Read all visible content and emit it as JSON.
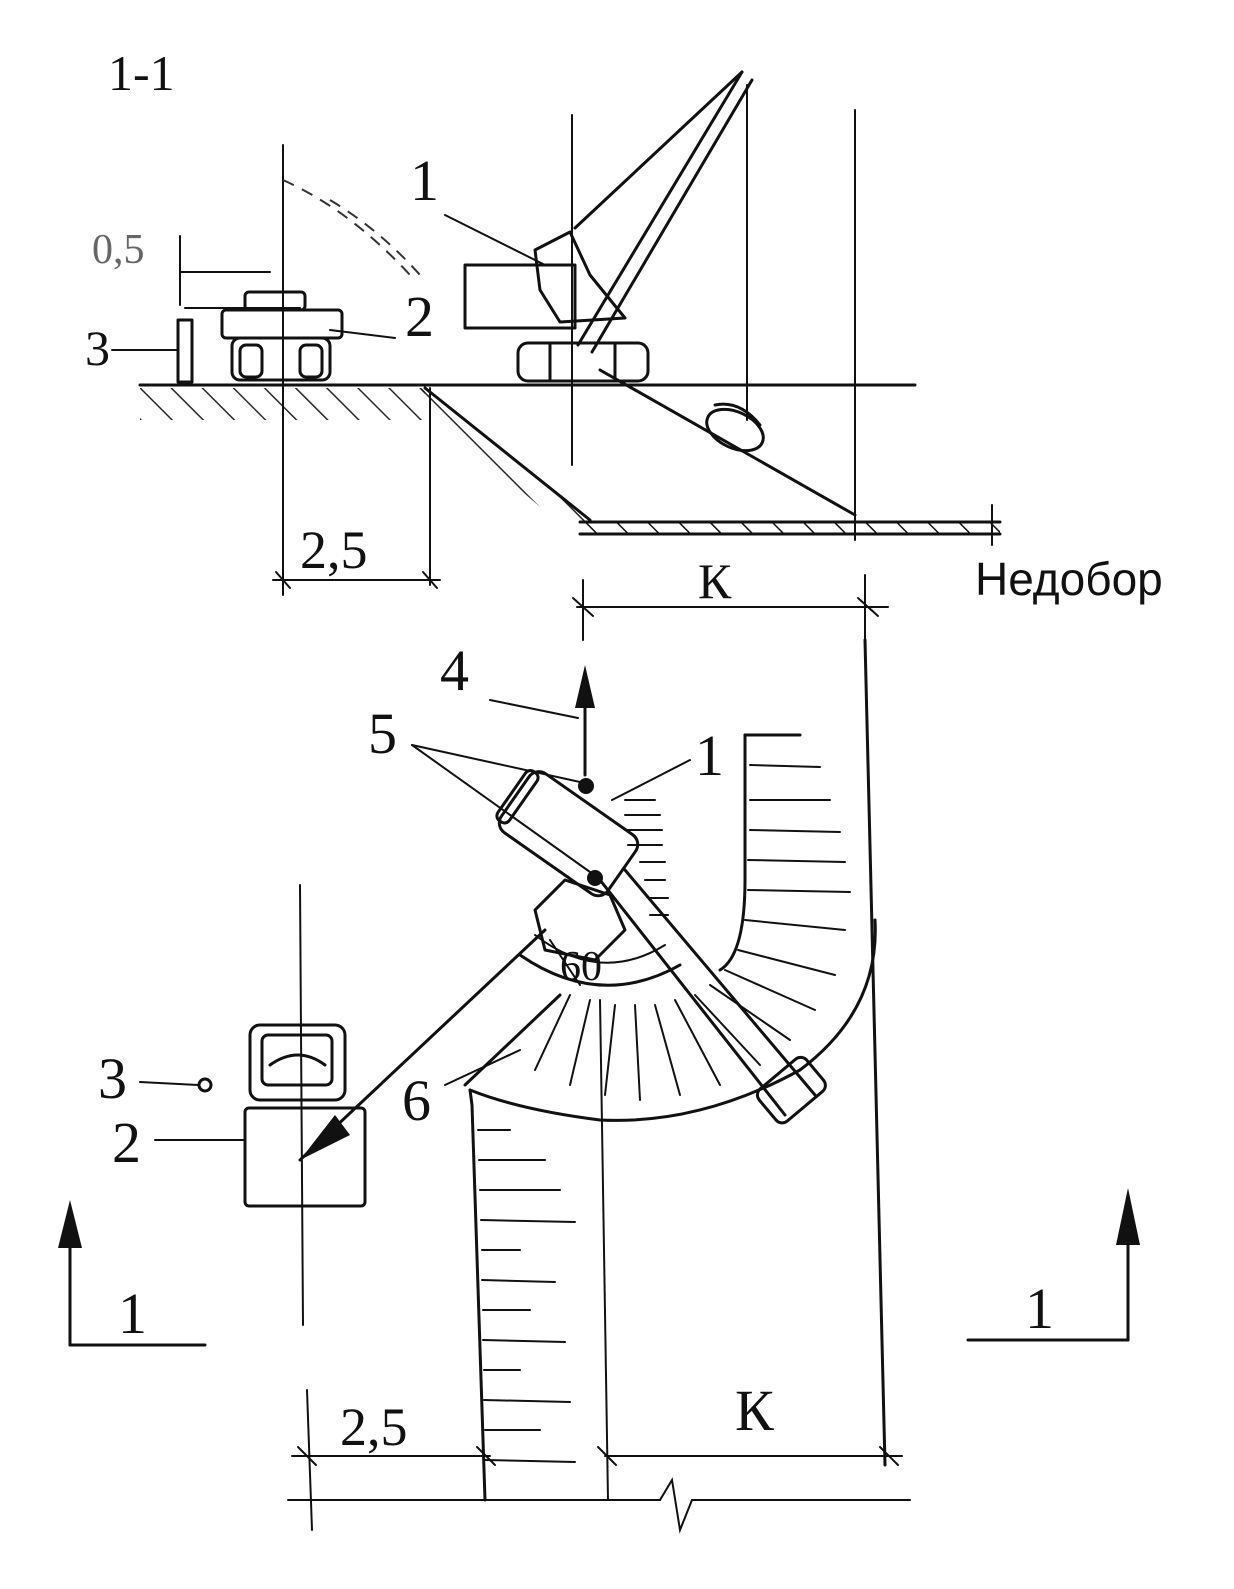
{
  "section_title": "1-1",
  "section": {
    "dim_height": "0,5",
    "dim_offset": "2,5",
    "underdig_label": "Недобор",
    "callouts": {
      "excavator": "1",
      "truck": "2",
      "marker": "3"
    }
  },
  "plan": {
    "dim_k_top": "К",
    "dim_k_bottom": "К",
    "dim_offset": "2,5",
    "swing_angle": "60",
    "callouts": {
      "excavator": "1",
      "truck": "2",
      "marker": "3",
      "direction": "4",
      "pair": "5",
      "swing": "6"
    },
    "cut_mark_left": "1",
    "cut_mark_right": "1"
  }
}
